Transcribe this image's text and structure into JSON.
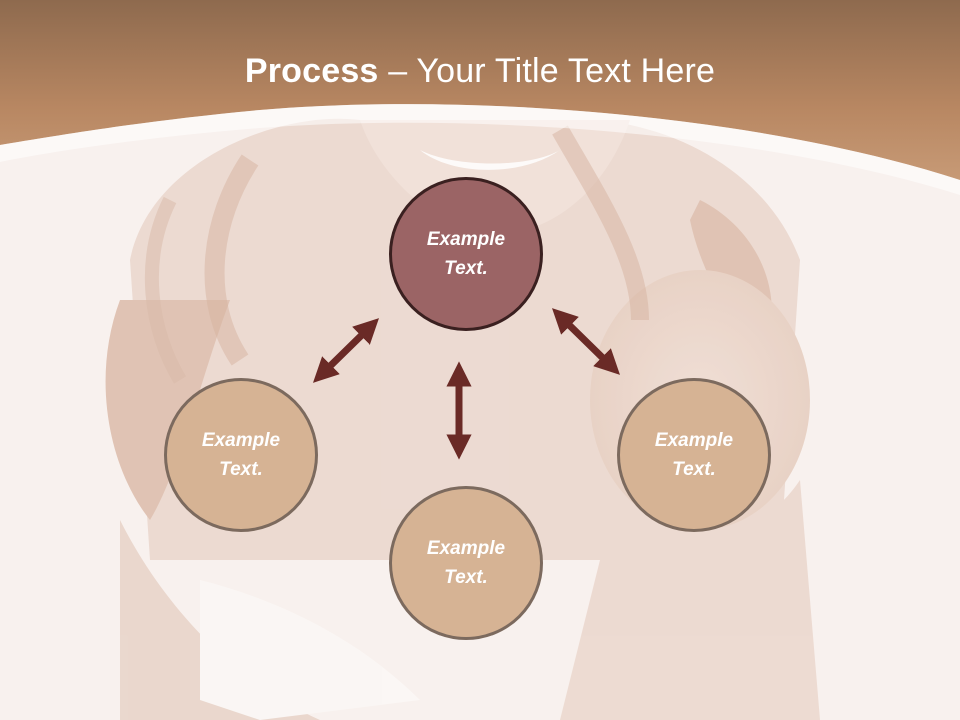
{
  "title": {
    "bold": "Process",
    "rest": " – Your Title Text Here"
  },
  "nodes": {
    "top": "Example\nText.",
    "left": "Example\nText.",
    "right": "Example\nText.",
    "bottom": "Example\nText."
  },
  "colors": {
    "header": "#b48360",
    "accent_node": "#9b6465",
    "node": "#d6b394",
    "arrow": "#6a2a26"
  }
}
